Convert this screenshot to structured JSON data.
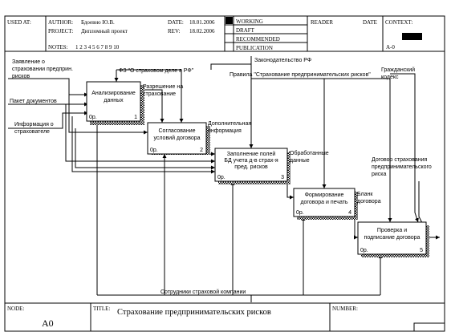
{
  "header": {
    "used_at_label": "USED AT:",
    "author_label": "AUTHOR:",
    "author_value": "Бдоевно Ю.В.",
    "project_label": "PROJECT:",
    "project_value": "Дипломный проект",
    "notes_label": "NOTES:",
    "notes_value": "1 2 3 4 5 6 7 8 9 10",
    "date_label": "DATE:",
    "date_value": "18.01.2006",
    "rev_label": "REV:",
    "rev_value": "18.02.2006",
    "status_working": "WORKING",
    "status_draft": "DRAFT",
    "status_recommended": "RECOMMENDED",
    "status_publication": "PUBLICATION",
    "reader_label": "READER",
    "reader_date_label": "DATE",
    "context_label": "CONTEXT:",
    "context_node": "A-0"
  },
  "footer": {
    "node_label": "NODE:",
    "node_value": "A0",
    "title_label": "TITLE:",
    "title_value": "Страхование предпринимательских рисков",
    "number_label": "NUMBER:"
  },
  "boxes": [
    {
      "l1": "Анализирование",
      "l2": "данных",
      "cost": "0р.",
      "num": "1"
    },
    {
      "l1": "Согласование",
      "l2": "условий договора",
      "cost": "0р.",
      "num": "2"
    },
    {
      "l1": "Заполнение полей",
      "l2": "БД учета д-в страх-я",
      "l3": "пред. рисков",
      "cost": "0р.",
      "num": "3"
    },
    {
      "l1": "Формирование",
      "l2": "договора и печать",
      "cost": "0р.",
      "num": "4"
    },
    {
      "l1": "Проверка и",
      "l2": "подписание договора",
      "cost": "0р.",
      "num": "5"
    }
  ],
  "arrows": {
    "app_l1": "Заявление о",
    "app_l2": "страховании предприн.",
    "app_l3": "рисков",
    "docs": "Пакет документов",
    "info_l1": "Информация о",
    "info_l2": "страхователе",
    "fz": "ФЗ \"О страховом деле в РФ\"",
    "law": "Законодательство РФ",
    "rules": "Правила \"Страхование предпринимательских рисков\"",
    "civil_l1": "Гражданский",
    "civil_l2": "кодекс",
    "permit_l1": "Разрешение на",
    "permit_l2": "страхование",
    "addinfo_l1": "Дополнительная",
    "addinfo_l2": "информация",
    "processed_l1": "Обработанные",
    "processed_l2": "данные",
    "blank_l1": "Бланк",
    "blank_l2": "договора",
    "contract_l1": "Договор страхования",
    "contract_l2": "предпринимательского",
    "contract_l3": "риска",
    "staff": "Сотрудники страховой компании"
  }
}
